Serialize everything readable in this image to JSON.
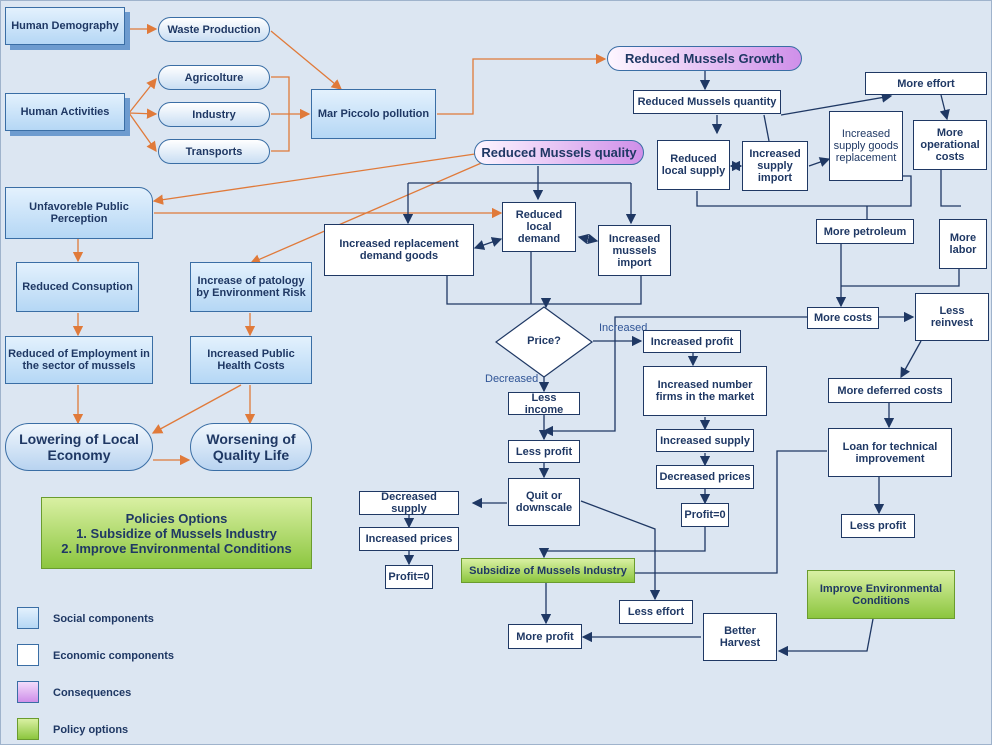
{
  "nodes": {
    "human_demography": "Human Demography",
    "waste_production": "Waste Production",
    "agricolture": "Agricolture",
    "human_activities": "Human Activities",
    "industry": "Industry",
    "transports": "Transports",
    "mar_piccolo": "Mar Piccolo pollution",
    "reduced_growth": "Reduced Mussels Growth",
    "reduced_quantity": "Reduced Mussels quantity",
    "more_effort": "More effort",
    "reduced_quality": "Reduced Mussels quality",
    "increased_goods_replacement": "Increased supply goods replacement",
    "reduced_local_supply": "Reduced local supply",
    "increased_supply_import": "Increased supply import",
    "more_operational_costs": "More operational costs",
    "unfavorable_perception": "Unfavoreble Public Perception",
    "reduced_local_demand": "Reduced local demand",
    "increased_replacement_demand": "Increased replacement demand goods",
    "increased_mussels_import": "Increased mussels import",
    "more_petroleum": "More petroleum",
    "more_labor": "More labor",
    "reduced_consuption": "Reduced Consuption",
    "increase_patology": "Increase of  patology by Environment Risk",
    "more_costs": "More costs",
    "less_reinvest": "Less reinvest",
    "price": "Price?",
    "increased_profit": "Increased profit",
    "reduced_employment": "Reduced of Employment in the sector of mussels",
    "increased_health_costs": "Increased Public Health Costs",
    "less_income": "Less income",
    "increased_number_firms": "Increased number firms in the market",
    "more_deferred_costs": "More deferred costs",
    "lowering_economy": "Lowering of Local Economy",
    "worsening_quality": "Worsening of Quality Life",
    "less_profit_1": "Less profit",
    "increased_supply": "Increased supply",
    "loan": "Loan for technical improvement",
    "decreased_prices": "Decreased prices",
    "quit": "Quit or downscale",
    "decreased_supply": "Decreased supply",
    "profit0_right": "Profit=0",
    "less_profit_2": "Less profit",
    "increased_prices": "Increased prices",
    "profit0_left": "Profit=0",
    "subsidize": "Subsidize of Mussels Industry",
    "improve_env": "Improve Environmental Conditions",
    "less_effort": "Less effort",
    "better_harvest": "Better Harvest",
    "more_profit": "More profit"
  },
  "policies": {
    "title": "Policies Options",
    "item1": "1. Subsidize of Mussels Industry",
    "item2": "2. Improve Environmental Conditions"
  },
  "edge_labels": {
    "increased": "Increased",
    "decreased": "Decreased"
  },
  "legend": [
    {
      "label": "Social components",
      "color": "#b5d7f5"
    },
    {
      "label": "Economic components",
      "color": "#ffffff"
    },
    {
      "label": "Consequences",
      "color": "#cf8fe9"
    },
    {
      "label": "Policy options",
      "color": "#8cc63f"
    }
  ],
  "colors": {
    "orange_edge": "#e07a3a",
    "blue_edge": "#1f3864",
    "background": "#dce6f2"
  }
}
